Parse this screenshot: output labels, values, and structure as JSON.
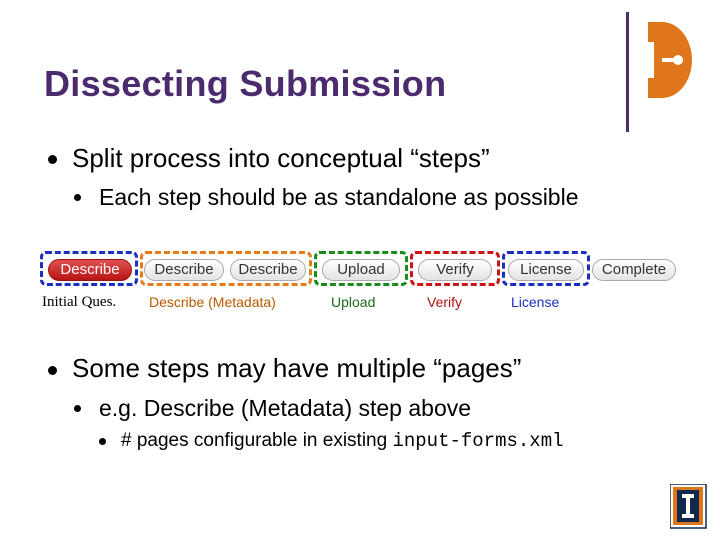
{
  "slide": {
    "title": "Dissecting Submission",
    "bullets": [
      {
        "text": "Split process into conceptual “steps”"
      },
      {
        "text": "Each step should be as standalone as possible"
      },
      {
        "text": "Some steps may have multiple “pages”"
      },
      {
        "text": "e.g. Describe (Metadata) step above"
      },
      {
        "text_prefix": "# pages configurable in existing ",
        "code": "input-forms.xml"
      }
    ]
  },
  "steps_bar": {
    "pills": [
      "Describe",
      "Describe",
      "Describe",
      "Upload",
      "Verify",
      "License",
      "Complete"
    ],
    "active_index": 0,
    "group_colors": {
      "initial": "#1a2fbf",
      "describe": "#e87a1c",
      "upload": "#1a8a1a",
      "verify": "#cc1515",
      "license": "#1a2fbf"
    },
    "labels": [
      "Initial Ques.",
      "Describe (Metadata)",
      "Upload",
      "Verify",
      "License"
    ]
  }
}
